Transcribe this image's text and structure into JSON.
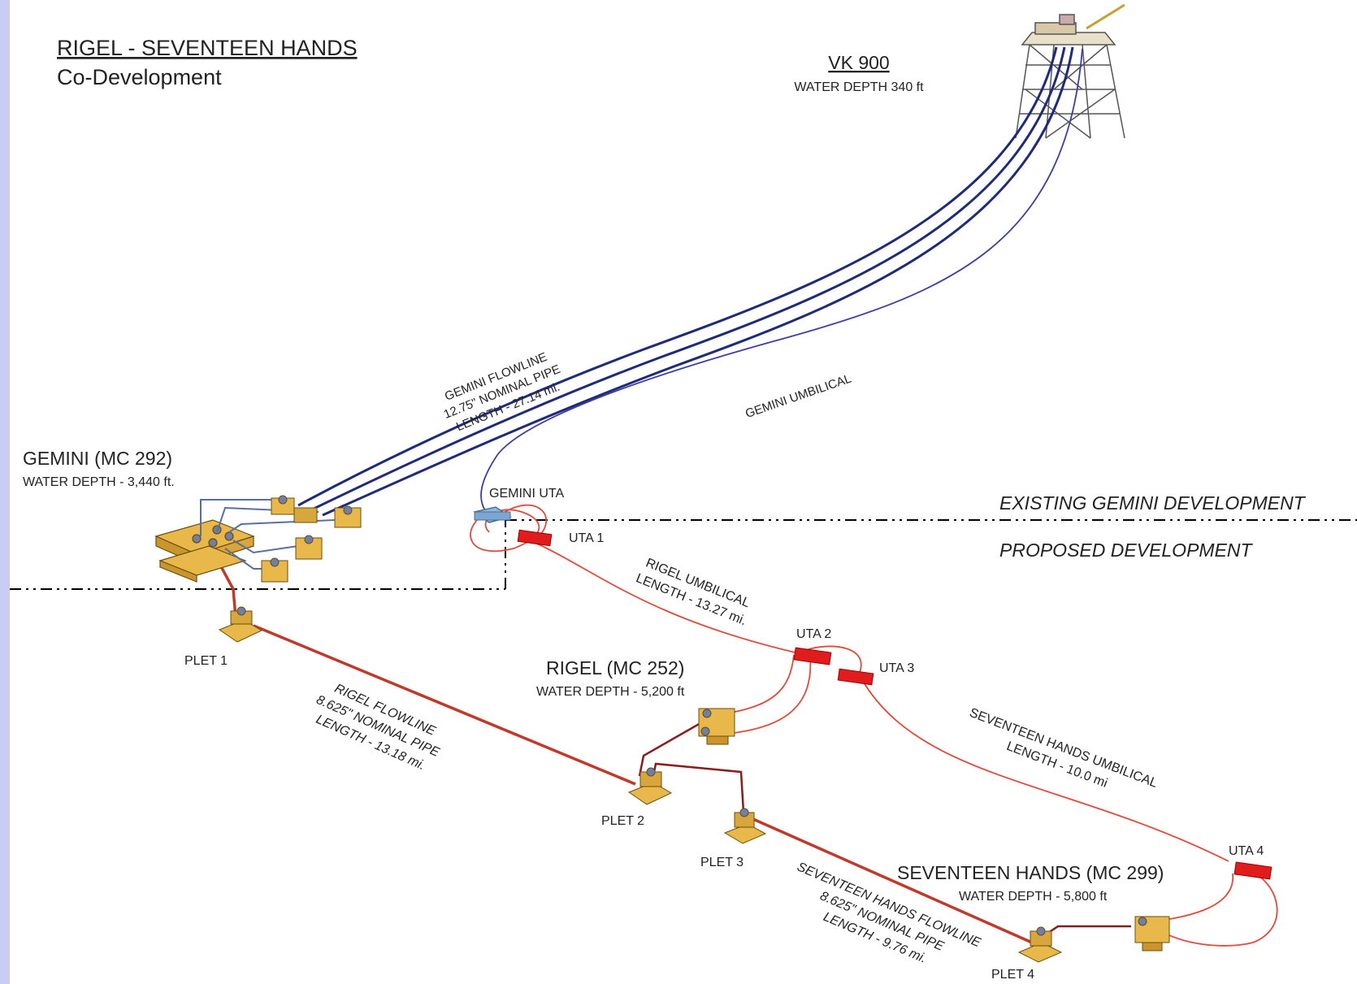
{
  "title": {
    "line1": "RIGEL - SEVENTEEN HANDS",
    "line2": "Co-Development"
  },
  "platform": {
    "name": "VK 900",
    "depth": "WATER DEPTH 340 ft"
  },
  "gemini": {
    "name": "GEMINI (MC 292)",
    "depth": "WATER DEPTH - 3,440 ft."
  },
  "rigel": {
    "name": "RIGEL (MC 252)",
    "depth": "WATER DEPTH - 5,200 ft"
  },
  "seventeen": {
    "name": "SEVENTEEN HANDS (MC 299)",
    "depth": "WATER DEPTH - 5,800 ft"
  },
  "zones": {
    "existing": "EXISTING GEMINI DEVELOPMENT",
    "proposed": "PROPOSED DEVELOPMENT"
  },
  "utas": {
    "gemini_uta": "GEMINI UTA",
    "uta1": "UTA 1",
    "uta2": "UTA 2",
    "uta3": "UTA 3",
    "uta4": "UTA 4"
  },
  "plets": {
    "plet1": "PLET 1",
    "plet2": "PLET 2",
    "plet3": "PLET 3",
    "plet4": "PLET 4"
  },
  "lines": {
    "gemini_flowline": [
      "GEMINI FLOWLINE",
      "12.75\" NOMINAL PIPE",
      "LENGTH - 27.14 mi."
    ],
    "gemini_umbilical": "GEMINI UMBILICAL",
    "rigel_umbilical": [
      "RIGEL UMBILICAL",
      "LENGTH - 13.27 mi."
    ],
    "rigel_flowline": [
      "RIGEL FLOWLINE",
      "8.625\" NOMINAL PIPE",
      "LENGTH - 13.18 mi."
    ],
    "sh_umbilical": [
      "SEVENTEEN HANDS UMBILICAL",
      "LENGTH - 10.0 mi"
    ],
    "sh_flowline": [
      "SEVENTEEN HANDS FLOWLINE",
      "8.625\" NOMINAL PIPE",
      "LENGTH - 9.76 mi."
    ]
  },
  "colors": {
    "flowline_blue": "#1f2a78",
    "umbilical_blue": "#3c3fa0",
    "flowline_red": "#c0392b",
    "umbilical_red": "#e14a3b",
    "uta_red": "#e01c1c",
    "gemini_uta": "#8fb8e0",
    "equipment": "#e8b94a",
    "background": "#c9cdf4"
  }
}
